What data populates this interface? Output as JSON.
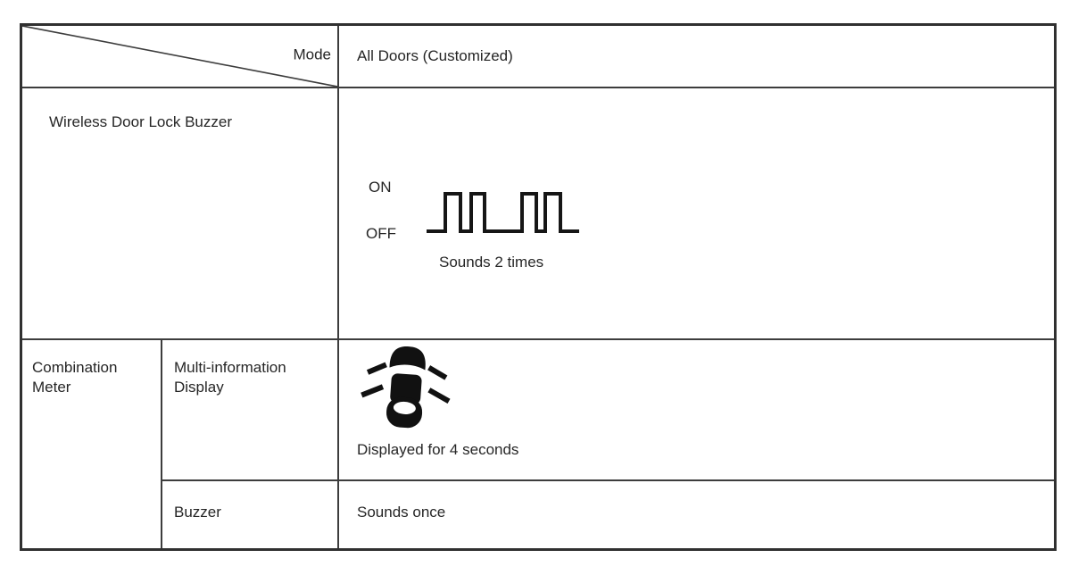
{
  "colors": {
    "background": "#ffffff",
    "border": "#3d3d3d",
    "text": "#262626",
    "icon": "#111111"
  },
  "table": {
    "header": {
      "corner_label": "Mode",
      "mode_value": "All Doors (Customized)"
    },
    "wireless_row": {
      "label": "Wireless Door Lock Buzzer",
      "waveform": {
        "on_label": "ON",
        "off_label": "OFF",
        "caption": "Sounds 2 times",
        "pulse_groups": 2,
        "pulses_per_group": 2
      }
    },
    "combination_row": {
      "group_label": "Combination Meter",
      "multi_info": {
        "label": "Multi-information Display",
        "icon": "car-door-open-indicator-icon",
        "caption": "Displayed for 4 seconds"
      },
      "buzzer": {
        "label": "Buzzer",
        "value": "Sounds once"
      }
    }
  }
}
